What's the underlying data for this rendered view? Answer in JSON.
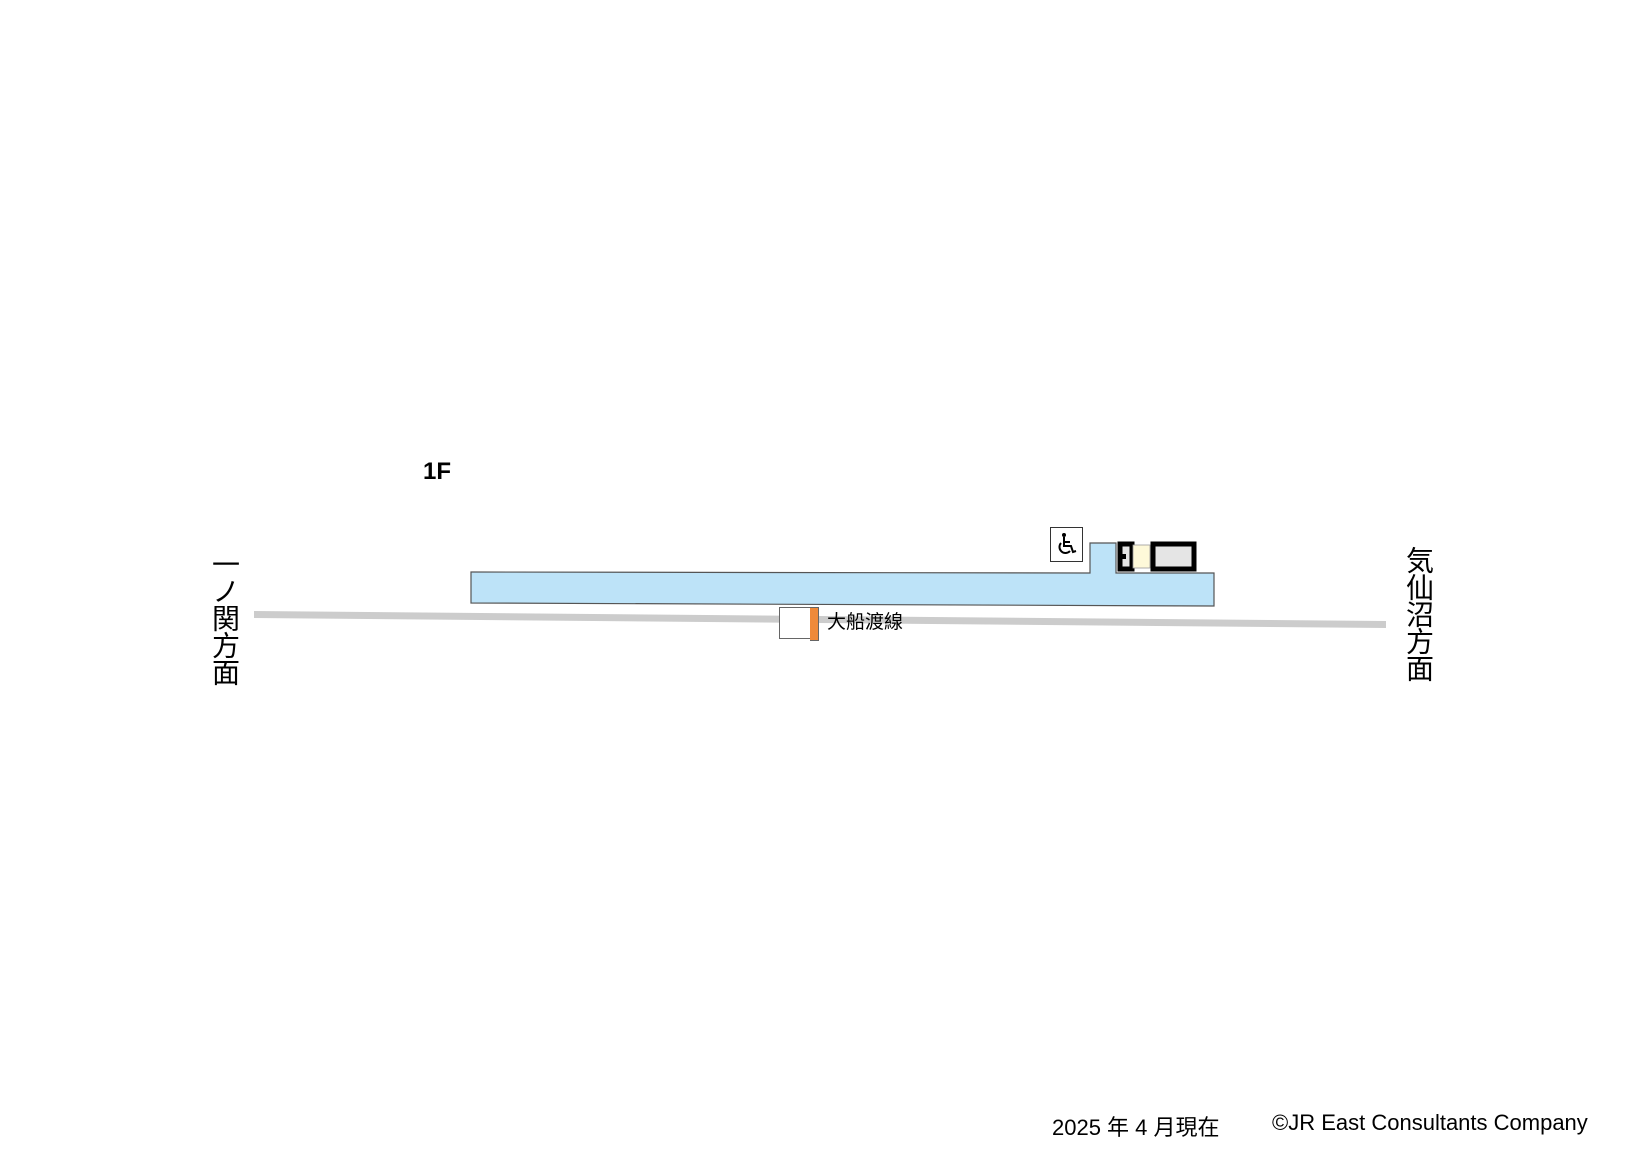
{
  "floor": {
    "label": "1F"
  },
  "directions": {
    "left": "一ノ関方面",
    "right": "気仙沼方面"
  },
  "line": {
    "name": "大船渡線",
    "color": "#ef8a3a"
  },
  "facilities": {
    "accessible_icon": "wheelchair-icon"
  },
  "colors": {
    "platform": "#bde3f8",
    "track": "#cccccc",
    "building_wall": "#000000",
    "building_room": "#e5e5e5",
    "building_entrance": "#fef9d9"
  },
  "footer": {
    "as_of": "2025 年 4 月現在",
    "copyright": "©JR East Consultants Company"
  }
}
